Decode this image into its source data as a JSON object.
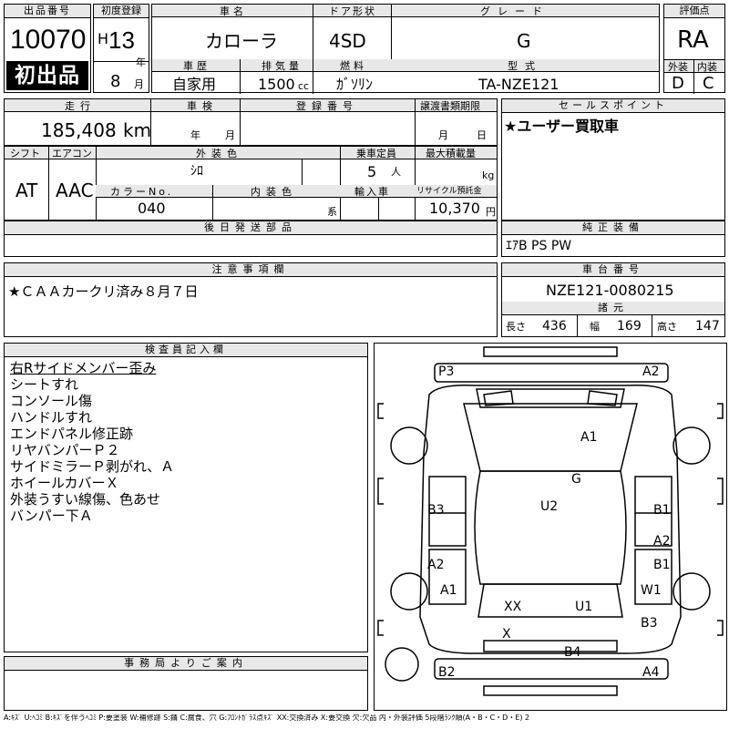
{
  "top": {
    "lot_label": "出品番号",
    "lot_no": "10070",
    "first_listing_badge": "初出品",
    "first_reg_label": "初度登録",
    "era": "H",
    "year": "13",
    "year_unit": "年",
    "month": "8",
    "month_unit": "月",
    "name_label": "車名",
    "name": "カローラ",
    "door_label": "ドア形状",
    "door": "4SD",
    "grade_label": "グレード",
    "grade": "G",
    "score_label": "評価点",
    "score": "RA",
    "history_label": "車歴",
    "history": "自家用",
    "displacement_label": "排気量",
    "displacement": "1500",
    "displacement_unit": "cc",
    "fuel_label": "燃料",
    "fuel": "ｶﾞｿﾘﾝ",
    "model_label": "型式",
    "model": "TA-NZE121",
    "exterior_label": "外装",
    "exterior": "D",
    "interior_label": "内装",
    "interior": "C"
  },
  "mid": {
    "mileage_label": "走行",
    "mileage": "185,408",
    "mileage_unit": "km",
    "inspection_label": "車検",
    "inspection_year_unit": "年",
    "inspection_month_unit": "月",
    "reg_no_label": "登録番号",
    "transfer_label": "譲渡書類期限",
    "transfer_month_unit": "月",
    "transfer_day_unit": "日",
    "selling_label": "セールスポイント",
    "selling": "★ユーザー買取車",
    "shift_label": "シフト",
    "shift": "AT",
    "ac_label": "エアコン",
    "ac": "AAC",
    "ext_color_label": "外装色",
    "ext_color": "ｼﾛ",
    "capacity_label": "乗車定員",
    "capacity": "5",
    "capacity_unit": "人",
    "load_label": "最大積載量",
    "load_unit": "kg",
    "color_no_label": "カラーNo.",
    "color_no": "040",
    "int_color_label": "内装色",
    "int_color_unit": "系",
    "import_label": "輸入車",
    "recycle_label": "リサイクル預託金",
    "recycle": "10,370",
    "recycle_unit": "円",
    "later_parts_label": "後日発送部品",
    "equipment_label": "純正装備",
    "equipment": "ｴｱB PS PW",
    "notes_label": "注意事項欄",
    "notes": "★ＣＡＡカークリ済み８月７日",
    "chassis_label": "車台番号",
    "chassis": "NZE121-0080215",
    "specs_label": "諸元",
    "length_label": "長さ",
    "length": "436",
    "width_label": "幅",
    "width": "169",
    "height_label": "高さ",
    "height": "147"
  },
  "inspector": {
    "label": "検査員記入欄",
    "lines": [
      "右Rサイドメンバー歪み",
      "シートすれ",
      "コンソール傷",
      "ハンドルすれ",
      "エンドパネル修正跡",
      "リヤバンパーＰ２",
      "サイドミラーＰ剥がれ、Ａ",
      "ホイールカバーＸ",
      "外装うすい線傷、色あせ",
      "バンパー下Ａ"
    ]
  },
  "office": {
    "label": "事務局よりご案内"
  },
  "diagram": {
    "codes": [
      "P3",
      "A2",
      "A1",
      "G",
      "B3",
      "U2",
      "B1",
      "A2",
      "B1",
      "A2",
      "A1",
      "W1",
      "XX",
      "U1",
      "B3",
      "X",
      "B4",
      "B2",
      "A4"
    ]
  },
  "legend": "A:ｷｽﾞ U:ﾍｺﾐ B:ｷｽﾞを伴うﾍｺﾐ P:要塗装 W:補修跡 S:錆 C:腐食、穴 G:ﾌﾛﾝﾄｶﾞﾗｽ点ｷｽﾞ XX:交換済み X:要交換 欠:欠品 内・外装評価 5段階ﾗﾝｸ順(A・B・C・D・E) 2"
}
